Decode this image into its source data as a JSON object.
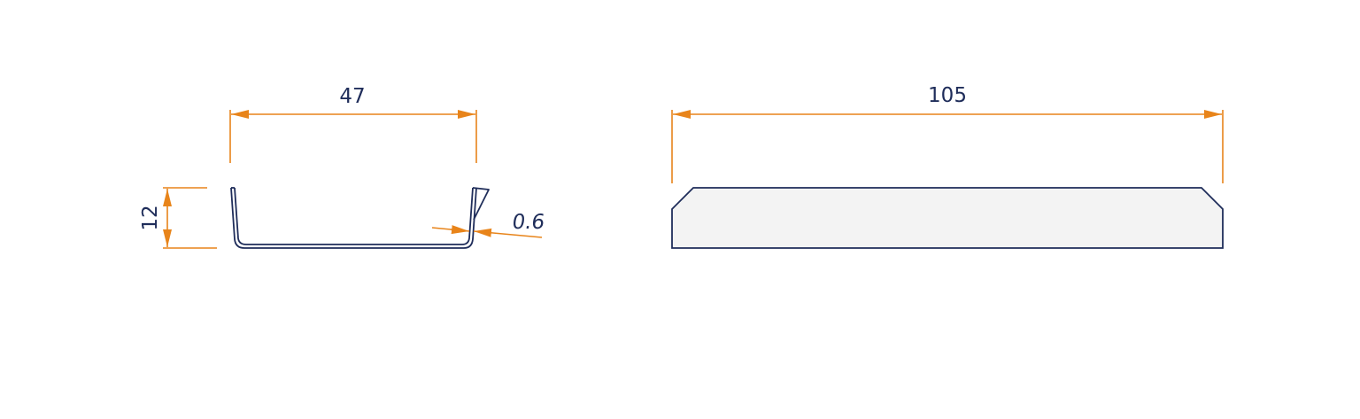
{
  "dimensions": {
    "width_label": "47",
    "height_label": "12",
    "thickness_label": "0.6",
    "length_label": "105"
  },
  "colors": {
    "dimension_line": "#e8841a",
    "part_outline": "#1f2d5a",
    "part_fill": "#f3f3f3",
    "text": "#1f2d5a"
  }
}
